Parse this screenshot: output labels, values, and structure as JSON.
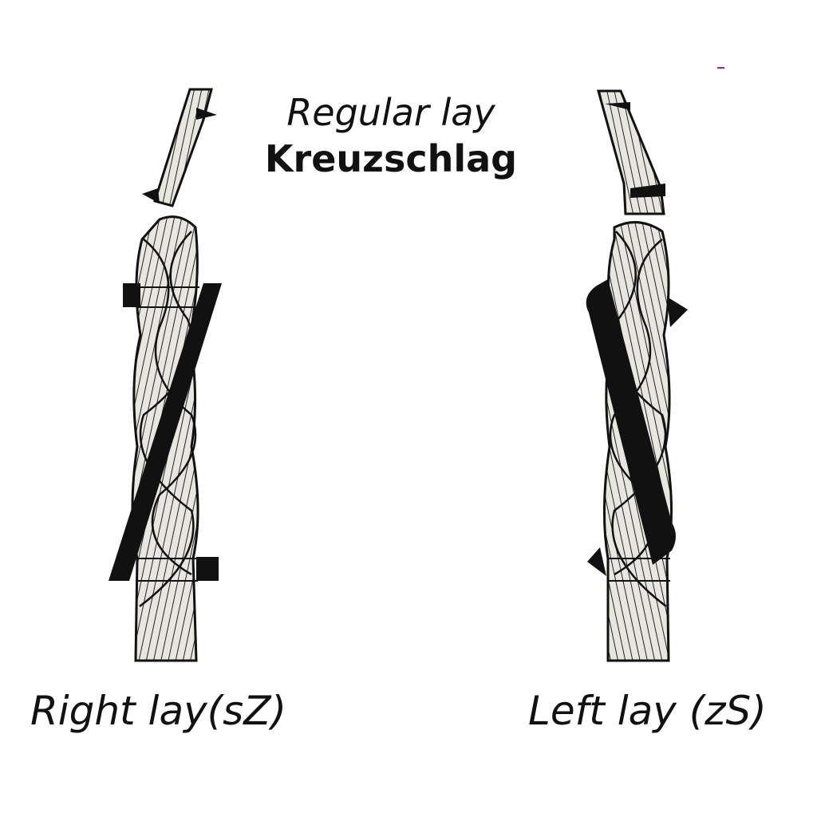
{
  "title": {
    "line1": "Regular lay",
    "line2": "Kreuzschlag"
  },
  "captions": {
    "left": "Right lay(sZ)",
    "right": "Left lay (zS)"
  },
  "colors": {
    "ink": "#111111",
    "rope_fill": "#e8e6e0",
    "accent_mark": "#8a2a8f"
  }
}
